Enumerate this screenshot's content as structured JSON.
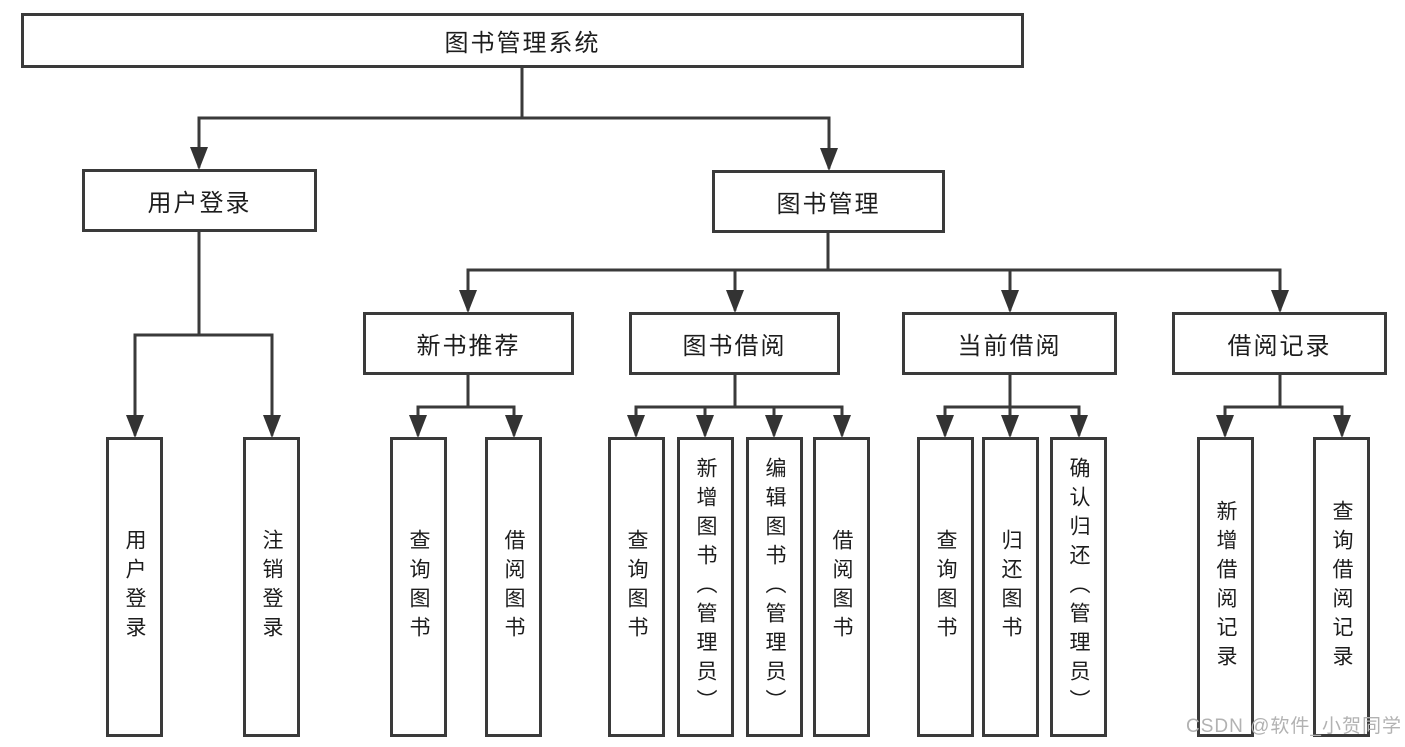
{
  "diagram_title": "图书管理系统",
  "colors": {
    "line": "#3a3a3a",
    "text": "#1d1d1d",
    "box_background": "#ffffff",
    "watermark": "#b2b2b2"
  },
  "nodes": {
    "root": "图书管理系统",
    "login": "用户登录",
    "management": "图书管理",
    "login_children": [
      "用户登录",
      "注销登录"
    ],
    "categories": [
      "新书推荐",
      "图书借阅",
      "当前借阅",
      "借阅记录"
    ],
    "new_book_children": [
      "查询图书",
      "借阅图书"
    ],
    "borrow_children": [
      "查询图书",
      "新增图书（管理员）",
      "编辑图书（管理员）",
      "借阅图书"
    ],
    "current_children": [
      "查询图书",
      "归还图书",
      "确认归还（管理员）"
    ],
    "record_children": [
      "新增借阅记录",
      "查询借阅记录"
    ]
  },
  "watermark": "CSDN @软件_小贺同学"
}
